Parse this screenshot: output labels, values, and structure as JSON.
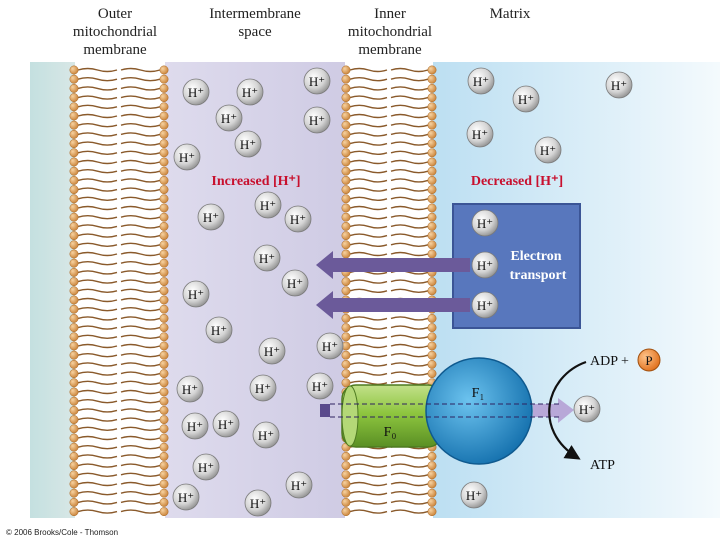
{
  "headers": {
    "outer_membrane": "Outer\nmitochondrial\nmembrane",
    "intermembrane_space": "Intermembrane\nspace",
    "inner_membrane": "Inner\nmitochondrial\nmembrane",
    "matrix": "Matrix"
  },
  "region_labels": {
    "increased": "Increased [H⁺]",
    "decreased": "Decreased [H⁺]"
  },
  "electron_transport": {
    "line1": "Electron",
    "line2": "transport"
  },
  "atp_synthase": {
    "f1": "F₁",
    "f0": "F₀"
  },
  "reaction": {
    "adp": "ADP +",
    "phosphate": "P",
    "atp": "ATP"
  },
  "ion_label": "H⁺",
  "credit": "© 2006 Brooks/Cole - Thomson",
  "colors": {
    "membrane_tail": "#8a5a2b",
    "membrane_head": "#e0a25c",
    "intermembrane": "#d6d2e8",
    "matrix": "#cfe7f4",
    "electron_transport_box": "#5877bd",
    "f1_sphere": "#1e88c8",
    "f0_cylinder": "#8ec63f",
    "arrow": "#6b5a9a",
    "label_red": "#c8102e",
    "phosphate": "#f08a3c"
  }
}
